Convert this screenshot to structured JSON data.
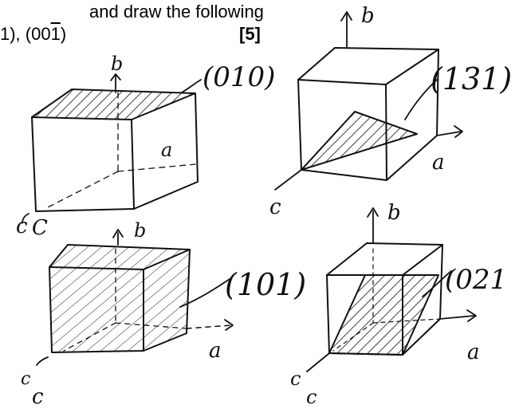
{
  "header": {
    "line1": "and draw the following",
    "line2_prefix": "1), (00",
    "line2_bar_digit": "1",
    "line2_suffix": ")",
    "marks": "[5]"
  },
  "cubes": [
    {
      "plane_label": "(010)",
      "axis_a": "a",
      "axis_b": "b",
      "axis_c": "c",
      "axis_c2": "C"
    },
    {
      "plane_label": "(131)",
      "axis_a": "a",
      "axis_b": "b",
      "axis_c": "c"
    },
    {
      "plane_label": "(101)",
      "axis_a": "a",
      "axis_b": "b",
      "axis_c": "c",
      "axis_c2": "c"
    },
    {
      "plane_label": "(021",
      "axis_a": "a",
      "axis_b": "b",
      "axis_c": "c",
      "axis_c2": "c"
    }
  ],
  "colors": {
    "ink": "#111111",
    "background": "#ffffff"
  }
}
